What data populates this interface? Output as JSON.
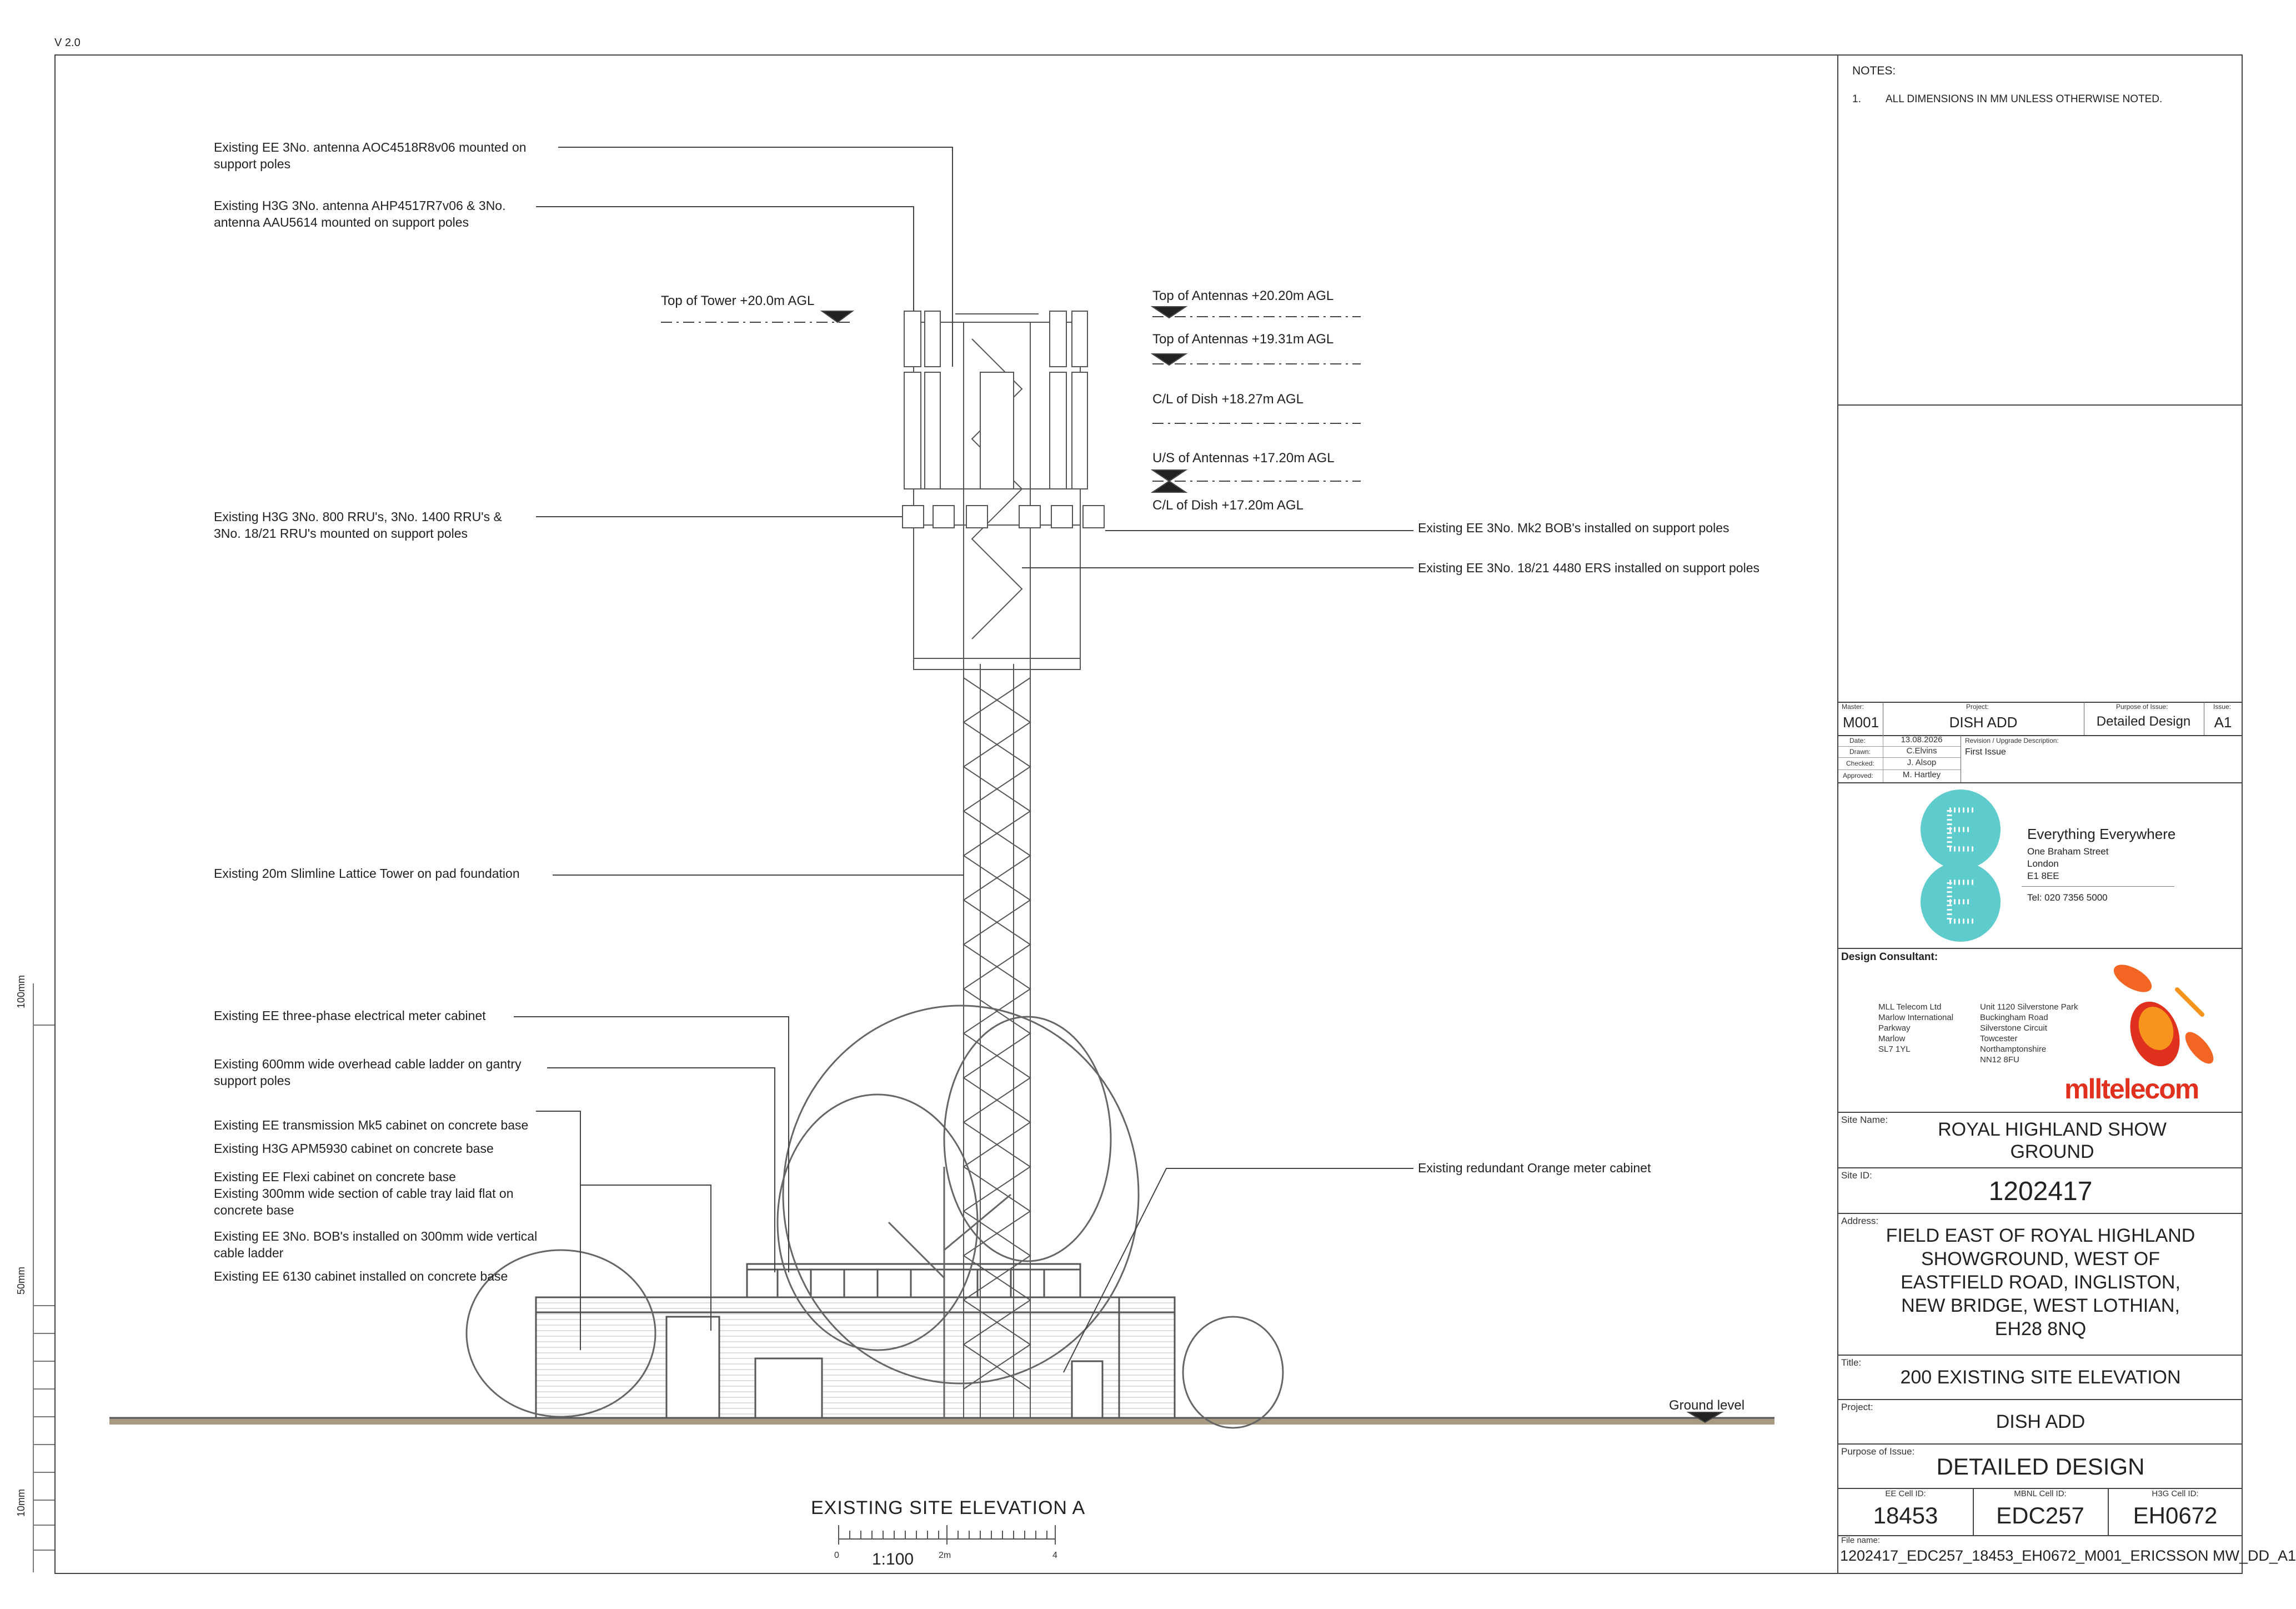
{
  "version": "V 2.0",
  "notes": {
    "heading": "NOTES:",
    "items": [
      {
        "num": "1.",
        "text": "ALL DIMENSIONS IN MM UNLESS OTHERWISE NOTED."
      }
    ]
  },
  "left_callouts": [
    "Existing EE 3No. antenna AOC4518R8v06 mounted on\nsupport poles",
    "Existing H3G 3No. antenna AHP4517R7v06 & 3No.\nantenna AAU5614 mounted on support poles",
    "Existing H3G 3No. 800 RRU's, 3No. 1400 RRU's &\n3No. 18/21 RRU's mounted on support poles",
    "Existing 20m Slimline Lattice Tower on pad foundation",
    "Existing EE three-phase electrical meter cabinet",
    "Existing 600mm wide overhead cable ladder on gantry\nsupport poles",
    "Existing EE transmission Mk5 cabinet on concrete base",
    "Existing H3G APM5930 cabinet on concrete base",
    "Existing EE Flexi cabinet on concrete base",
    "Existing 300mm wide section of cable tray laid flat on\nconcrete base",
    "Existing EE 3No. BOB's installed on 300mm wide vertical\ncable ladder",
    "Existing EE 6130 cabinet installed on concrete base"
  ],
  "right_callouts": [
    "Existing EE 3No. Mk2 BOB's installed on support poles",
    "Existing EE 3No. 18/21 4480 ERS installed on support poles",
    "Existing redundant Orange meter cabinet"
  ],
  "levels": {
    "top_of_tower": "Top of Tower +20.0m AGL",
    "top_antennas_1": "Top of Antennas +20.20m AGL",
    "top_antennas_2": "Top of Antennas +19.31m AGL",
    "dish_1": "C/L  of Dish +18.27m AGL",
    "us_antennas": "U/S of Antennas +17.20m AGL",
    "dish_2": "C/L  of Dish +17.20m AGL",
    "ground": "Ground level"
  },
  "drawing_title": "EXISTING SITE ELEVATION A",
  "scale": {
    "text": "1:100",
    "ticks": [
      "0",
      "2m",
      "4"
    ]
  },
  "side_ruler": [
    "100mm",
    "50mm",
    "10mm"
  ],
  "title_block": {
    "master_label": "Master:",
    "master": "M001",
    "project_label": "Project:",
    "project": "DISH ADD",
    "purpose_label": "Purpose of Issue:",
    "purpose": "Detailed Design",
    "issue_label": "Issue:",
    "issue": "A1",
    "date_label": "Date:",
    "date": "13.08.2026",
    "drawn_label": "Drawn:",
    "drawn": "C.Elvins",
    "checked_label": "Checked:",
    "checked": "J. Alsop",
    "approved_label": "Approved:",
    "approved": "M. Hartley",
    "revision_label": "Revision / Upgrade Description:",
    "revision": "First Issue",
    "ee_name": "Everything Everywhere",
    "ee_address": [
      "One Braham Street",
      "London",
      "E1 8EE"
    ],
    "ee_tel": "Tel: 020 7356 5000",
    "consultant_label": "Design Consultant:",
    "consultant_col1": [
      "MLL Telecom Ltd",
      "Marlow International",
      "Parkway",
      "Marlow",
      "SL7 1YL"
    ],
    "consultant_col2": [
      "Unit 1120 Silverstone Park",
      "Buckingham Road",
      "Silverstone Circuit",
      "Towcester",
      "Northamptonshire",
      "NN12 8FU"
    ],
    "mll_logo": "mlltelecom",
    "site_name_label": "Site Name:",
    "site_name": "ROYAL HIGHLAND SHOW\nGROUND",
    "site_id_label": "Site ID:",
    "site_id": "1202417",
    "address_label": "Address:",
    "address": "FIELD EAST OF ROYAL HIGHLAND\nSHOWGROUND, WEST OF\nEASTFIELD ROAD, INGLISTON,\nNEW BRIDGE, WEST LOTHIAN,\nEH28 8NQ",
    "title_label": "Title:",
    "title": "200 EXISTING SITE ELEVATION",
    "project2_label": "Project:",
    "project2": "DISH ADD",
    "purpose2_label": "Purpose of Issue:",
    "purpose2": "DETAILED DESIGN",
    "ee_cell_label": "EE Cell ID:",
    "ee_cell": "18453",
    "mbnl_cell_label": "MBNL Cell ID:",
    "mbnl_cell": "EDC257",
    "h3g_cell_label": "H3G Cell ID:",
    "h3g_cell": "EH0672",
    "filename_label": "File name:",
    "filename": "1202417_EDC257_18453_EH0672_M001_ERICSSON MW_DD_A1"
  },
  "colors": {
    "ee_teal": "#5ecbcc",
    "mll_red": "#e0301e",
    "mll_orange": "#f7941d",
    "line": "#444444"
  }
}
